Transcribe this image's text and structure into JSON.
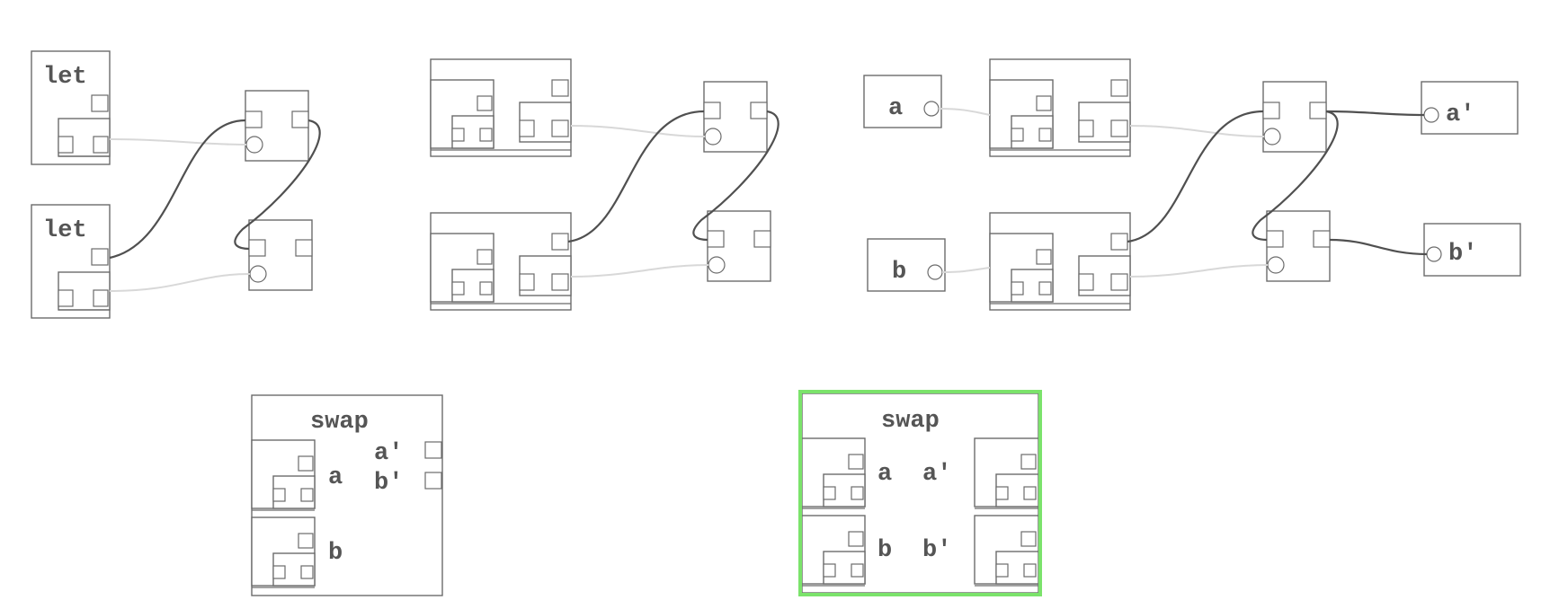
{
  "labels": {
    "let": "let",
    "swap": "swap",
    "a": "a",
    "b": "b",
    "a_prime": "a'",
    "b_prime": "b'"
  },
  "colors": {
    "box_stroke": "#6b6b6b",
    "wire_dark": "#505050",
    "wire_light": "#d8d8d8",
    "label_text": "#555555",
    "highlight": "#7be36b"
  }
}
